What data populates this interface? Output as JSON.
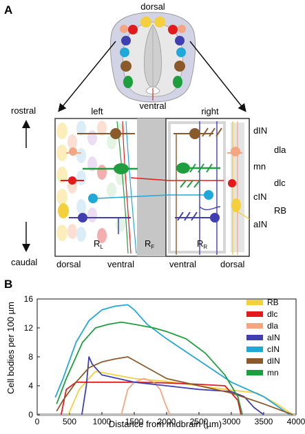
{
  "panel_a": {
    "label": "A",
    "dorsal": "dorsal",
    "ventral": "ventral",
    "rostral": "rostral",
    "caudal": "caudal",
    "left": "left",
    "right": "right",
    "bottom_dorsal_left": "dorsal",
    "bottom_ventral_left": "ventral",
    "bottom_ventral_right": "ventral",
    "bottom_dorsal_right": "dorsal",
    "region_left": "R",
    "region_left_sub": "L",
    "region_floor": "R",
    "region_floor_sub": "F",
    "region_right": "R",
    "region_right_sub": "R",
    "cell_labels": [
      "dIN",
      "dla",
      "mn",
      "dlc",
      "cIN",
      "RB",
      "aIN"
    ]
  },
  "panel_b": {
    "label": "B",
    "ylabel": "Cell bodies per 100 µm",
    "xlabel": "Distance from midbrain (µm)"
  },
  "colors": {
    "RB": "#f4d03f",
    "dlc": "#e31a1c",
    "dla": "#f4a582",
    "aIN": "#3f3fb0",
    "cIN": "#1fa8d8",
    "dIN": "#8b5a2b",
    "mn": "#1e9e3e"
  },
  "chart_data": {
    "type": "line",
    "xlabel": "Distance from midbrain (µm)",
    "ylabel": "Cell bodies per 100 µm",
    "xlim": [
      0,
      4000
    ],
    "ylim": [
      0,
      16
    ],
    "xticks": [
      "0",
      "500",
      "1000",
      "1500",
      "2000",
      "2500",
      "3000",
      "3500",
      "4000"
    ],
    "yticks": [
      "0",
      "4",
      "8",
      "12",
      "16"
    ],
    "legend_position": "right",
    "series": [
      {
        "name": "RB",
        "color": "#f4d03f",
        "x": [
          480,
          650,
          900,
          1200,
          1500,
          2000,
          2500,
          3000,
          3400,
          3700,
          3950
        ],
        "y": [
          0,
          3.5,
          6,
          5.5,
          5,
          4.6,
          4,
          3.4,
          3,
          1.5,
          0
        ]
      },
      {
        "name": "dlc",
        "color": "#e31a1c",
        "x": [
          370,
          450,
          600,
          1000,
          1500,
          2000,
          2500,
          2900,
          3100,
          3150
        ],
        "y": [
          0,
          3.5,
          4.5,
          4.5,
          4.5,
          4.4,
          4.2,
          4,
          2,
          0
        ]
      },
      {
        "name": "dla",
        "color": "#f4a582",
        "x": [
          1300,
          1400,
          1500,
          1650,
          1800,
          1900,
          1980,
          2050
        ],
        "y": [
          0,
          3.5,
          4.5,
          5,
          4.5,
          3.5,
          1.5,
          0
        ]
      },
      {
        "name": "aIN",
        "color": "#3f3fb0",
        "x": [
          690,
          760,
          800,
          850,
          1000,
          1500,
          2000,
          2500,
          3000,
          3200,
          3350,
          3500
        ],
        "y": [
          0,
          4,
          8,
          7,
          5.5,
          4.5,
          4,
          3.5,
          3.2,
          2.5,
          1,
          0
        ]
      },
      {
        "name": "cIN",
        "color": "#1fa8d8",
        "x": [
          280,
          400,
          600,
          800,
          1000,
          1200,
          1400,
          1500,
          1700,
          2000,
          2500,
          3000,
          3500,
          3900
        ],
        "y": [
          2.4,
          5,
          10,
          13,
          14.5,
          15,
          15.2,
          14.5,
          12.5,
          10.5,
          7.5,
          4.5,
          2.5,
          0
        ]
      },
      {
        "name": "dIN",
        "color": "#8b5a2b",
        "x": [
          300,
          400,
          600,
          800,
          1000,
          1200,
          1400,
          1600,
          1800,
          2000,
          2500,
          3000,
          3500,
          3950
        ],
        "y": [
          0.5,
          2,
          4.5,
          6.5,
          7.3,
          7.7,
          8,
          7,
          6,
          5,
          4,
          3,
          1.5,
          0
        ]
      },
      {
        "name": "mn",
        "color": "#1e9e3e",
        "x": [
          300,
          450,
          700,
          900,
          1100,
          1300,
          1500,
          1800,
          2000,
          2300,
          2600,
          2900,
          3100,
          3170
        ],
        "y": [
          1.5,
          5,
          10,
          12,
          12.5,
          12.8,
          12.5,
          12,
          11.5,
          10.5,
          8.5,
          5.5,
          2.5,
          0
        ]
      }
    ]
  }
}
